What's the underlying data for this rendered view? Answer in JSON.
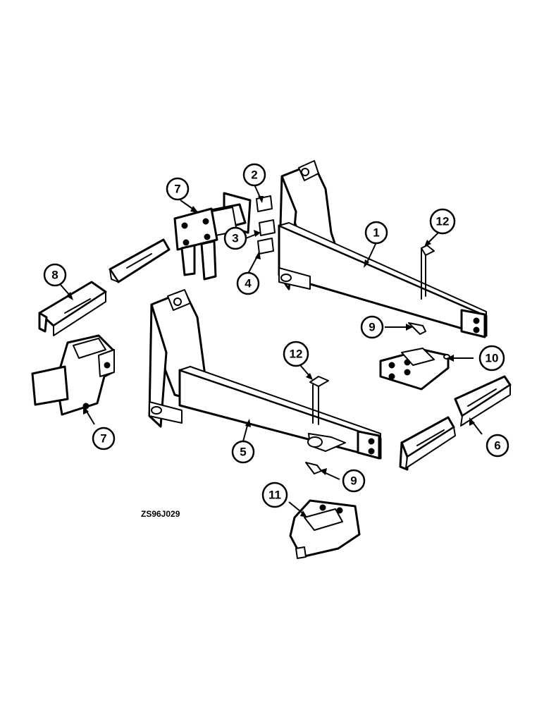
{
  "drawing_code": "ZS96J029",
  "callouts": {
    "c1": "1",
    "c2": "2",
    "c3": "3",
    "c4": "4",
    "c5": "5",
    "c6": "6",
    "c7a": "7",
    "c7b": "7",
    "c8": "8",
    "c9a": "9",
    "c9b": "9",
    "c10": "10",
    "c11": "11",
    "c12a": "12",
    "c12b": "12"
  }
}
